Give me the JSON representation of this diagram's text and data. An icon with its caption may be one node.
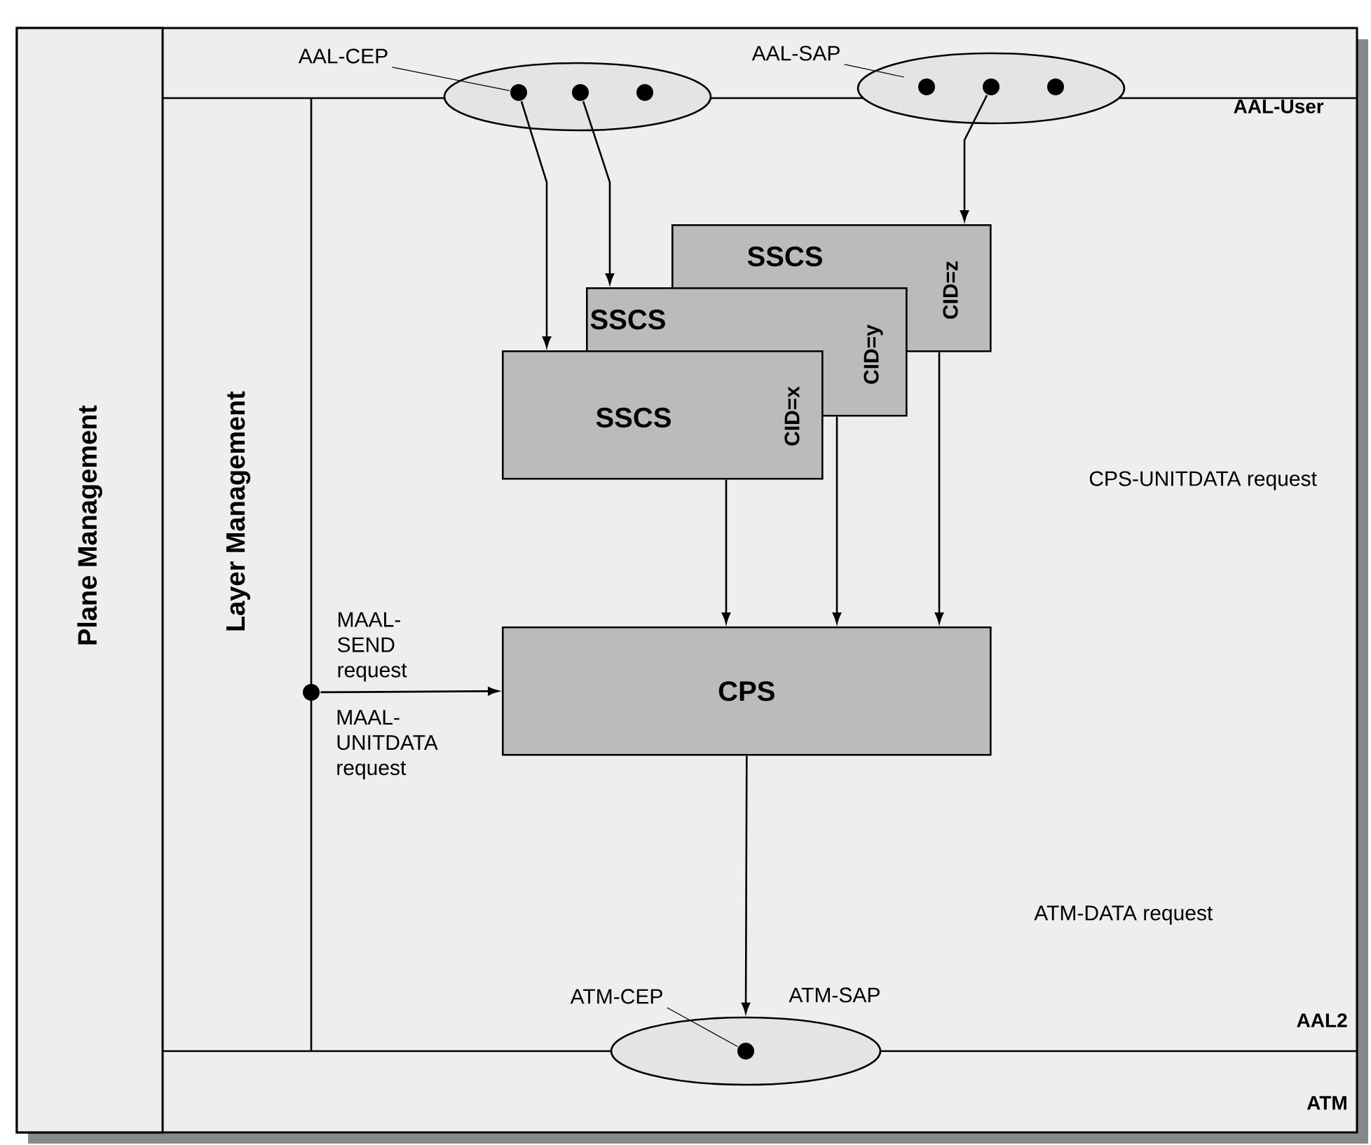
{
  "diagram": {
    "nodes": [
      {
        "text": [
          "Plane Management"
        ]
      },
      {
        "text": [
          "AAL-CEP"
        ]
      },
      {
        "text": [
          "AAL-SAP"
        ]
      },
      {
        "text": [],
        "shape": "ellipse"
      },
      {
        "text": [],
        "shape": "circle",
        "in": 3
      },
      {
        "text": [],
        "shape": "circle",
        "in": 3
      },
      {
        "text": [],
        "shape": "circle",
        "in": 3
      },
      {
        "text": [],
        "shape": "ellipse"
      },
      {
        "text": [],
        "shape": "circle",
        "in": 7
      },
      {
        "text": [],
        "shape": "circle",
        "in": 7
      },
      {
        "text": [],
        "shape": "circle",
        "in": 7
      },
      {
        "text": [
          "SSCS",
          "CID=z"
        ]
      },
      {
        "text": [
          "SSCS",
          "CID=y"
        ]
      },
      {
        "text": [
          "SSCS",
          "CID=x"
        ]
      },
      {
        "text": [
          "CPS"
        ]
      },
      {
        "text": [],
        "shape": "circle"
      },
      {
        "text": [
          "ATM-CEP"
        ]
      },
      {
        "text": [],
        "shape": "ellipse"
      },
      {
        "text": [],
        "shape": "circle",
        "in": 17
      }
    ],
    "edges": [
      {
        "from": 1,
        "to": 4,
        "arrow": "none"
      },
      {
        "from": 2,
        "to": 7,
        "arrow": "none"
      },
      {
        "from": 4,
        "to": 13,
        "arrow": "to"
      },
      {
        "from": 5,
        "to": 12,
        "arrow": "to"
      },
      {
        "from": 9,
        "to": 11,
        "arrow": "to"
      },
      {
        "from": 13,
        "to": 14,
        "arrow": "to"
      },
      {
        "from": 12,
        "to": 14,
        "arrow": "to"
      },
      {
        "from": 11,
        "to": 14,
        "arrow": "to"
      },
      {
        "from": 15,
        "to": 14,
        "arrow": "to",
        "label": "MAAL-SEND request"
      },
      {
        "from": 14,
        "to": 17,
        "arrow": "to"
      },
      {
        "from": 16,
        "to": 18,
        "arrow": "none"
      }
    ],
    "labels": [
      "AAL-User",
      "Layer Management",
      "CPS-UNITDATA request",
      "MAAL-UNITDATA request",
      "ATM-DATA request",
      "ATM-SAP",
      "AAL2",
      "ATM"
    ]
  }
}
